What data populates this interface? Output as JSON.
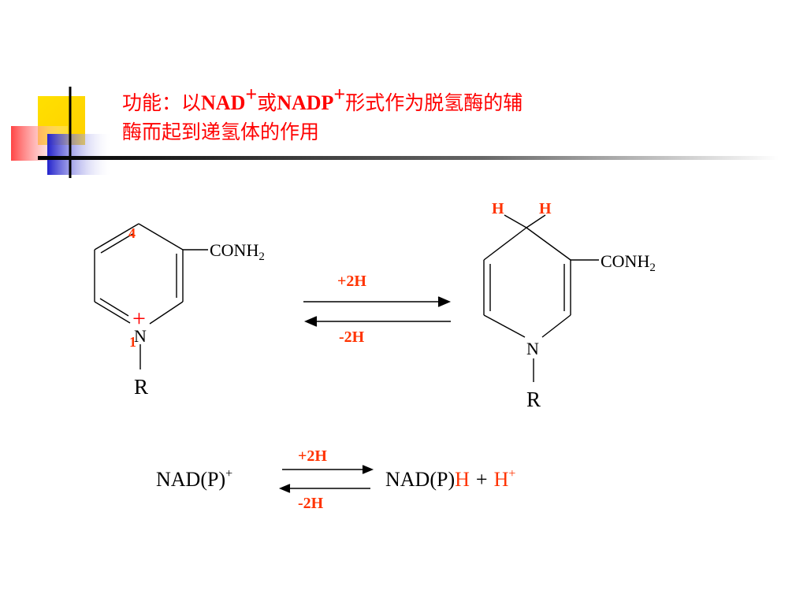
{
  "title": {
    "prefix": "功能：以",
    "nad": "NAD",
    "nad_sup": "+",
    "or": "或",
    "nadp": "NADP",
    "nadp_sup": "+",
    "line1_rest": "形式作为脱氢酶的辅",
    "line2": "酶而起到递氢体的作用"
  },
  "oxidized": {
    "label_4": "4",
    "label_1": "1",
    "plus": "+",
    "n": "N",
    "r": "R",
    "conh": "CONH",
    "conh_sub": "2"
  },
  "reduced": {
    "h1": "H",
    "h2": "H",
    "n": "N",
    "r": "R",
    "conh": "CONH",
    "conh_sub": "2"
  },
  "arrows_top": {
    "forward": "+2H",
    "backward": "-2H"
  },
  "equation": {
    "left": "NAD(P)",
    "left_sup": "+",
    "forward": "+2H",
    "backward": "-2H",
    "right_base": "NAD(P)",
    "right_h": "H",
    "plus": "+",
    "proton": "H",
    "proton_sup": "+"
  },
  "colors": {
    "accent": "#ff0000",
    "yellow": "#ffd700",
    "blue": "#3333cc",
    "black": "#000000"
  }
}
